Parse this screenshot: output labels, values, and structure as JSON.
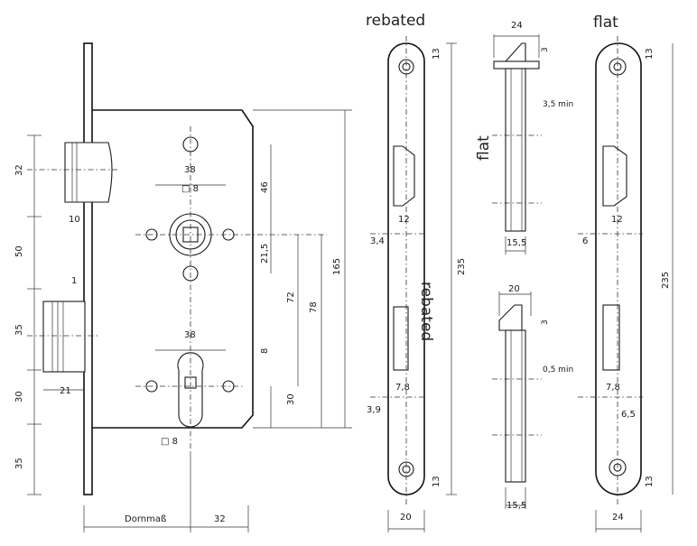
{
  "titles": {
    "rebated_top": "rebated",
    "flat_top": "flat",
    "flat_side": "flat",
    "rebated_side": "rebated"
  },
  "lock_body": {
    "dim_32": "32",
    "dim_50": "50",
    "dim_35_a": "35",
    "dim_30": "30",
    "dim_35_b": "35",
    "dim_10": "10",
    "dim_1": "1",
    "dim_21": "21",
    "dim_38_a": "38",
    "dim_sq8_a": "□ 8",
    "dim_46": "46",
    "dim_21_5": "21,5",
    "dim_72": "72",
    "dim_78": "78",
    "dim_165": "165",
    "dim_38_b": "38",
    "dim_8": "8",
    "dim_30_b": "30",
    "dim_sq8_b": "□ 8",
    "dornmass": "Dornmaß",
    "dim_32_b": "32"
  },
  "rebated_plate": {
    "dim_13_top": "13",
    "dim_12": "12",
    "dim_3_4": "3,4",
    "dim_235": "235",
    "dim_7_8": "7,8",
    "dim_3_9": "3,9",
    "dim_13_bottom": "13",
    "dim_20": "20"
  },
  "profile_flat": {
    "dim_24": "24",
    "dim_3": "3",
    "dim_3_5min": "3,5 min",
    "dim_15_5": "15,5"
  },
  "profile_rebated": {
    "dim_20": "20",
    "dim_3": "3",
    "dim_0_5min": "0,5 min",
    "dim_15_5": "15,5"
  },
  "flat_plate": {
    "dim_13_top": "13",
    "dim_12": "12",
    "dim_6": "6",
    "dim_235": "235",
    "dim_7_8": "7,8",
    "dim_6_5": "6,5",
    "dim_13_bottom": "13",
    "dim_24": "24"
  }
}
